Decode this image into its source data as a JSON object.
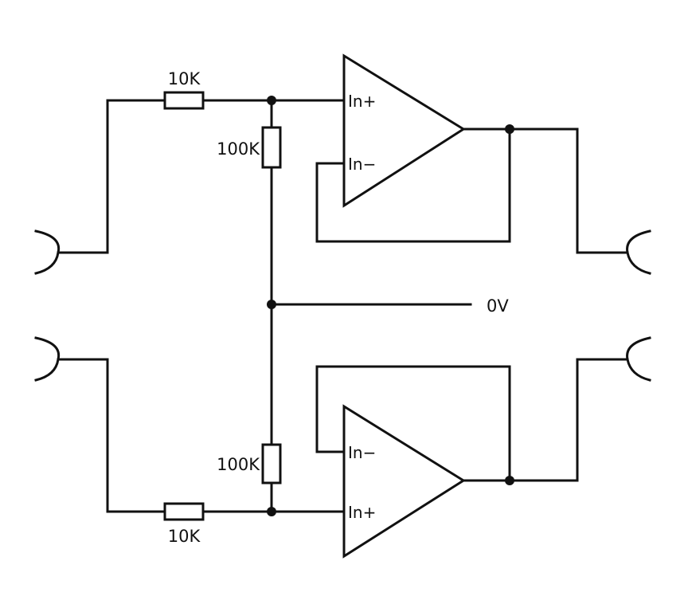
{
  "diagram": {
    "labels": {
      "r_in_top": "10K",
      "r_in_bottom": "10K",
      "r_bias_top": "100K",
      "r_bias_bottom": "100K",
      "ground": "0V"
    },
    "opamp_top": {
      "in_plus": "In+",
      "in_minus": "In−"
    },
    "opamp_bottom": {
      "in_plus": "In+",
      "in_minus": "In−"
    },
    "colors": {
      "line": "#111111",
      "background": "#ffffff"
    }
  }
}
